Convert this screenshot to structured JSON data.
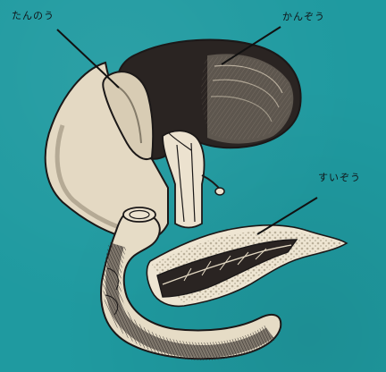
{
  "labels": {
    "gallbladder": "たんのう",
    "liver": "かんぞう",
    "pancreas": "すいぞう"
  },
  "colors": {
    "background": "#1f9aa0",
    "organ_fill": "#e6dcc6",
    "organ_shade": "#b9ae98",
    "ink": "#1b1818"
  }
}
